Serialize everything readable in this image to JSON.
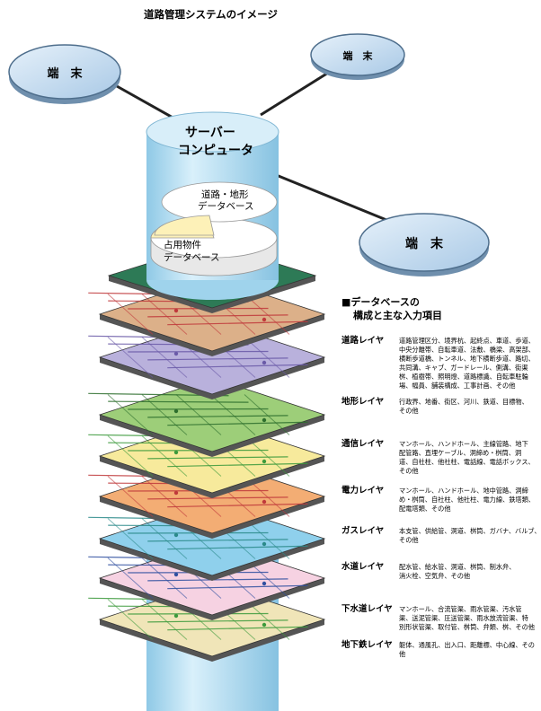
{
  "title": "道路管理システムのイメージ",
  "server": {
    "label_line1": "サーバー",
    "label_line2": "コンピュータ",
    "db_road_line1": "道路・地形",
    "db_road_line2": "データベース",
    "db_occupancy_line1": "占用物件",
    "db_occupancy_line2": "データベース"
  },
  "terminals": [
    {
      "label": "端　末"
    },
    {
      "label": "端　末"
    },
    {
      "label": "端　末"
    }
  ],
  "legend": {
    "heading_line1": "■データベースの",
    "heading_line2": "構成と主な入力項目"
  },
  "layers": [
    {
      "name": "道路レイヤ",
      "color": "#f0c39b",
      "lines": [
        "道路管理区分、境界杭、起終点、車道、歩道、",
        "中央分離帯、自転車道、法敷、橋梁、高架部、",
        "横断歩道橋、トンネル、地下横断歩道、路切、",
        "共同溝、キャブ、ガードレール、側溝、街渠",
        "桝、植樹帯、照明燈、道路標識、自転車駐輪",
        "場、幅員、舗装構成、工事計画、その他"
      ]
    },
    {
      "name": "地形レイヤ",
      "color": "#a4d27a",
      "lines": [
        "行政界、地番、街区、河川、鉄道、目標物、",
        "その他"
      ]
    },
    {
      "name": "通信レイヤ",
      "color": "#f7ea9c",
      "lines": [
        "マンホール、ハンドホール、主線管路、地下",
        "配管路、直埋ケーブル、洞締め・桝筒、洞",
        "道、自社柱、他社柱、電話線、電話ボックス、",
        "その他"
      ]
    },
    {
      "name": "電力レイヤ",
      "color": "#f3ad74",
      "lines": [
        "マンホール、ハンドホール、地中管路、洞締",
        "め・桝筒、自社柱、他社柱、電力線、鉄塔類、",
        "配電塔類、その他"
      ]
    },
    {
      "name": "ガスレイヤ",
      "color": "#8fd0ec",
      "lines": [
        "本支管、供給管、洞道、桝筒、ガバナ、バルブ、",
        "その他"
      ]
    },
    {
      "name": "水道レイヤ",
      "color": "#f6d2e2",
      "lines": [
        "配水管、給水管、洞道、桝筒、制水弁、",
        "消火栓、空気弁、その他"
      ]
    },
    {
      "name": "下水道レイヤ",
      "color": "#f0e5b8",
      "lines": [
        "マンホール、合流管渠、雨水管渠、汚水管",
        "渠、送泥管渠、圧送管渠、雨水放流管渠、特",
        "別形状管渠、取付管、桝筒、弁類、桝、その他"
      ]
    },
    {
      "name": "地下鉄レイヤ",
      "color": "#9ed0ea",
      "lines": [
        "躯体、通風孔、出入口、距離標、中心線、その",
        "他"
      ]
    }
  ],
  "colors": {
    "cylinder": "#bde3f5",
    "terminal": "#c6ddf0",
    "top_plate": "#2d7a56",
    "plate_road": "#dcb089",
    "plate_terrain_pattern": "#b9b1dc",
    "plate_green": "#9dce79",
    "plate_yellow": "#f7ea9c",
    "plate_orange": "#f3ad74",
    "plate_blue": "#8fd0ec",
    "plate_pink": "#f6d2e2",
    "plate_cream": "#f0e5b8"
  }
}
